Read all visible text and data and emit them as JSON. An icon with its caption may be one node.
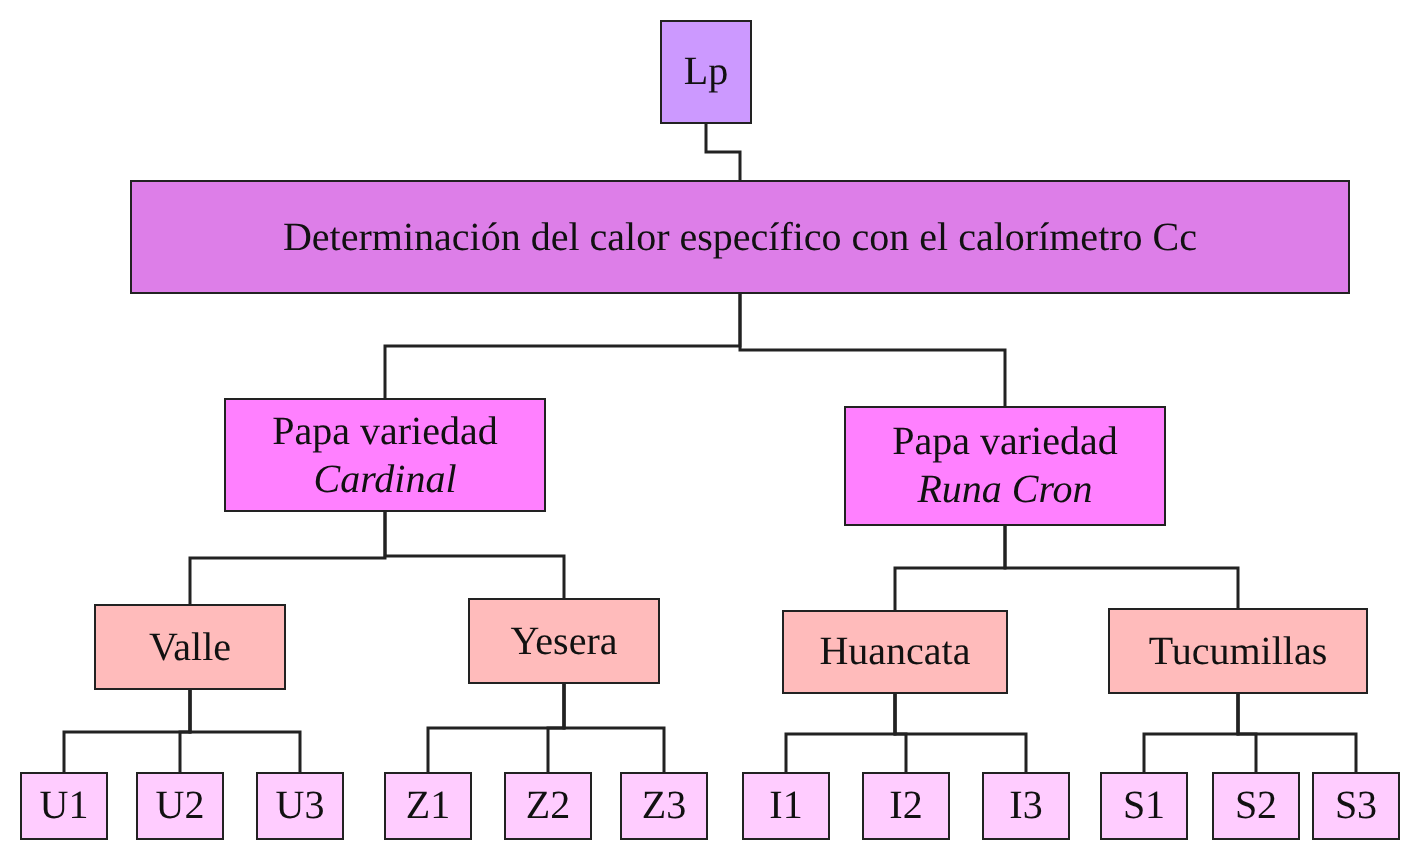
{
  "diagram": {
    "nodes": [
      {
        "text": [
          "Lp"
        ]
      },
      {
        "text": [
          "Determinación del calor específico con el calorímetro Cc"
        ]
      },
      {
        "text": [
          "Papa variedad *Cardinal*"
        ]
      },
      {
        "text": [
          "Papa variedad *Runa Cron*"
        ]
      },
      {
        "text": [
          "Valle"
        ]
      },
      {
        "text": [
          "Yesera"
        ]
      },
      {
        "text": [
          "Huancata"
        ]
      },
      {
        "text": [
          "Tucumillas"
        ]
      },
      {
        "text": [
          "U1"
        ]
      },
      {
        "text": [
          "U2"
        ]
      },
      {
        "text": [
          "U3"
        ]
      },
      {
        "text": [
          "Z1"
        ]
      },
      {
        "text": [
          "Z2"
        ]
      },
      {
        "text": [
          "Z3"
        ]
      },
      {
        "text": [
          "I1"
        ]
      },
      {
        "text": [
          "I2"
        ]
      },
      {
        "text": [
          "I3"
        ]
      },
      {
        "text": [
          "S1"
        ]
      },
      {
        "text": [
          "S2"
        ]
      },
      {
        "text": [
          "S3"
        ]
      }
    ],
    "edges": [
      {
        "from": 0,
        "to": 1,
        "arrow": "none"
      },
      {
        "from": 1,
        "to": 2,
        "arrow": "none"
      },
      {
        "from": 1,
        "to": 3,
        "arrow": "none"
      },
      {
        "from": 2,
        "to": 4,
        "arrow": "none"
      },
      {
        "from": 2,
        "to": 5,
        "arrow": "none"
      },
      {
        "from": 3,
        "to": 6,
        "arrow": "none"
      },
      {
        "from": 3,
        "to": 7,
        "arrow": "none"
      },
      {
        "from": 4,
        "to": 8,
        "arrow": "none"
      },
      {
        "from": 4,
        "to": 9,
        "arrow": "none"
      },
      {
        "from": 4,
        "to": 10,
        "arrow": "none"
      },
      {
        "from": 5,
        "to": 11,
        "arrow": "none"
      },
      {
        "from": 5,
        "to": 12,
        "arrow": "none"
      },
      {
        "from": 5,
        "to": 13,
        "arrow": "none"
      },
      {
        "from": 6,
        "to": 14,
        "arrow": "none"
      },
      {
        "from": 6,
        "to": 15,
        "arrow": "none"
      },
      {
        "from": 6,
        "to": 16,
        "arrow": "none"
      },
      {
        "from": 7,
        "to": 17,
        "arrow": "none"
      },
      {
        "from": 7,
        "to": 18,
        "arrow": "none"
      },
      {
        "from": 7,
        "to": 19,
        "arrow": "none"
      }
    ]
  }
}
